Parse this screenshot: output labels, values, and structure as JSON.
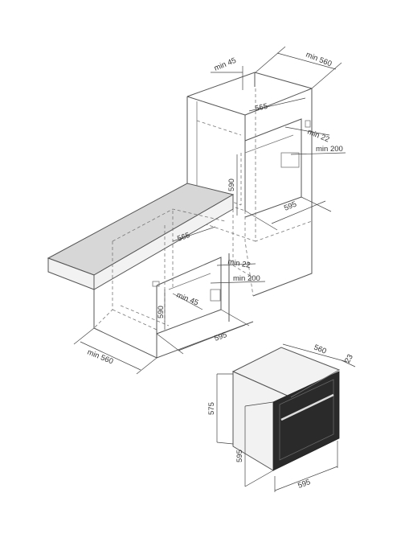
{
  "labels": {
    "tall_min45": "min 45",
    "tall_min560": "min 560",
    "tall_565": "565",
    "tall_min22": "min 22",
    "tall_min200": "min 200",
    "tall_590": "590",
    "tall_595": "595",
    "base_565": "565",
    "base_min22": "min 22",
    "base_min200": "min 200",
    "base_590": "590",
    "base_min45": "min 45",
    "base_595": "595",
    "base_min560": "min 560",
    "oven_560": "560",
    "oven_23": "23",
    "oven_575": "575",
    "oven_595_height": "595",
    "oven_595_width": "595"
  },
  "colors": {
    "line": "#555555",
    "worktop": "#d7d7d7",
    "oven_glass": "#2a2a2a"
  }
}
